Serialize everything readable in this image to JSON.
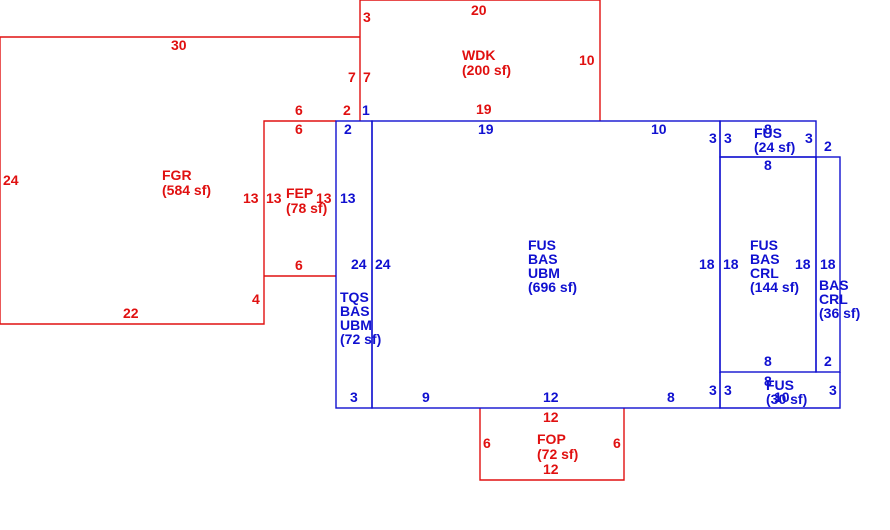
{
  "colors": {
    "existing": "#e01010",
    "addition": "#1010d0"
  },
  "areas": [
    {
      "id": "fgr",
      "color": "red",
      "lines": [
        "FGR",
        "(584 sf)"
      ]
    },
    {
      "id": "wdk",
      "color": "red",
      "lines": [
        "WDK",
        "(200 sf)"
      ]
    },
    {
      "id": "fep",
      "color": "red",
      "lines": [
        "FEP",
        "(78 sf)"
      ]
    },
    {
      "id": "fop",
      "color": "red",
      "lines": [
        "FOP",
        "(72 sf)"
      ]
    },
    {
      "id": "fus-bas-ubm",
      "color": "blue",
      "lines": [
        "FUS",
        "BAS",
        "UBM",
        "(696 sf)"
      ]
    },
    {
      "id": "tqs-bas-ubm",
      "color": "blue",
      "lines": [
        "TQS",
        "BAS",
        "UBM",
        "(72 sf)"
      ]
    },
    {
      "id": "fus-bas-crl",
      "color": "blue",
      "lines": [
        "FUS",
        "BAS",
        "CRL",
        "(144 sf)"
      ]
    },
    {
      "id": "bas-crl",
      "color": "blue",
      "lines": [
        "BAS",
        "CRL",
        "(36 sf)"
      ]
    },
    {
      "id": "fus-top",
      "color": "blue",
      "lines": [
        "FUS",
        "(24 sf)"
      ]
    },
    {
      "id": "fus-bottom",
      "color": "blue",
      "lines": [
        "FUS",
        "(30 sf)"
      ]
    }
  ],
  "dimensions": [
    {
      "id": "fgr-top",
      "color": "red",
      "value": "30"
    },
    {
      "id": "fgr-left",
      "color": "red",
      "value": "24"
    },
    {
      "id": "fgr-bottom",
      "color": "red",
      "value": "22"
    },
    {
      "id": "fgr-right-lower",
      "color": "red",
      "value": "4"
    },
    {
      "id": "fgr-right",
      "color": "red",
      "value": "13"
    },
    {
      "id": "fep-left",
      "color": "red",
      "value": "13"
    },
    {
      "id": "fep-right",
      "color": "red",
      "value": "13"
    },
    {
      "id": "fep-top-outer",
      "color": "red",
      "value": "6"
    },
    {
      "id": "fep-top",
      "color": "red",
      "value": "6"
    },
    {
      "id": "fep-bottom",
      "color": "red",
      "value": "6"
    },
    {
      "id": "wdk-top",
      "color": "red",
      "value": "20"
    },
    {
      "id": "wdk-right",
      "color": "red",
      "value": "10"
    },
    {
      "id": "wdk-left-top",
      "color": "red",
      "value": "3"
    },
    {
      "id": "wdk-left-seg",
      "color": "red",
      "value": "7"
    },
    {
      "id": "wdk-left-seg-b",
      "color": "red",
      "value": "7"
    },
    {
      "id": "wdk-bottom",
      "color": "red",
      "value": "19"
    },
    {
      "id": "wdk-step",
      "color": "red",
      "value": "2"
    },
    {
      "id": "fop-top",
      "color": "red",
      "value": "12"
    },
    {
      "id": "fop-bottom",
      "color": "red",
      "value": "12"
    },
    {
      "id": "fop-left",
      "color": "red",
      "value": "6"
    },
    {
      "id": "fop-right",
      "color": "red",
      "value": "6"
    },
    {
      "id": "ubm-top-a",
      "color": "blue",
      "value": "1"
    },
    {
      "id": "ubm-top-b",
      "color": "blue",
      "value": "2"
    },
    {
      "id": "ubm-top-main",
      "color": "blue",
      "value": "19"
    },
    {
      "id": "ubm-top-right",
      "color": "blue",
      "value": "10"
    },
    {
      "id": "ubm-right-top",
      "color": "blue",
      "value": "3"
    },
    {
      "id": "tqs-right",
      "color": "blue",
      "value": "13"
    },
    {
      "id": "tqs-inner",
      "color": "blue",
      "value": "24"
    },
    {
      "id": "ubm-left",
      "color": "blue",
      "value": "24"
    },
    {
      "id": "tqs-bottom",
      "color": "blue",
      "value": "3"
    },
    {
      "id": "ubm-bottom-left",
      "color": "blue",
      "value": "9"
    },
    {
      "id": "ubm-bottom-mid",
      "color": "blue",
      "value": "12"
    },
    {
      "id": "ubm-bottom-right",
      "color": "blue",
      "value": "8"
    },
    {
      "id": "ubm-right-bottom",
      "color": "blue",
      "value": "3"
    },
    {
      "id": "ubm-right",
      "color": "blue",
      "value": "18"
    },
    {
      "id": "crl-left",
      "color": "blue",
      "value": "18"
    },
    {
      "id": "crl-right",
      "color": "blue",
      "value": "18"
    },
    {
      "id": "crl-top",
      "color": "blue",
      "value": "8"
    },
    {
      "id": "crl-bottom",
      "color": "blue",
      "value": "8"
    },
    {
      "id": "fus-top-left",
      "color": "blue",
      "value": "3"
    },
    {
      "id": "fus-top-top",
      "color": "blue",
      "value": "8"
    },
    {
      "id": "fus-top-right",
      "color": "blue",
      "value": "3"
    },
    {
      "id": "bas-top",
      "color": "blue",
      "value": "2"
    },
    {
      "id": "bas-right",
      "color": "blue",
      "value": "18"
    },
    {
      "id": "bas-bottom",
      "color": "blue",
      "value": "2"
    },
    {
      "id": "fus-bot-left",
      "color": "blue",
      "value": "3"
    },
    {
      "id": "fus-bot-top",
      "color": "blue",
      "value": "8"
    },
    {
      "id": "fus-bot-bottom",
      "color": "blue",
      "value": "10"
    },
    {
      "id": "fus-bot-right",
      "color": "blue",
      "value": "3"
    }
  ]
}
